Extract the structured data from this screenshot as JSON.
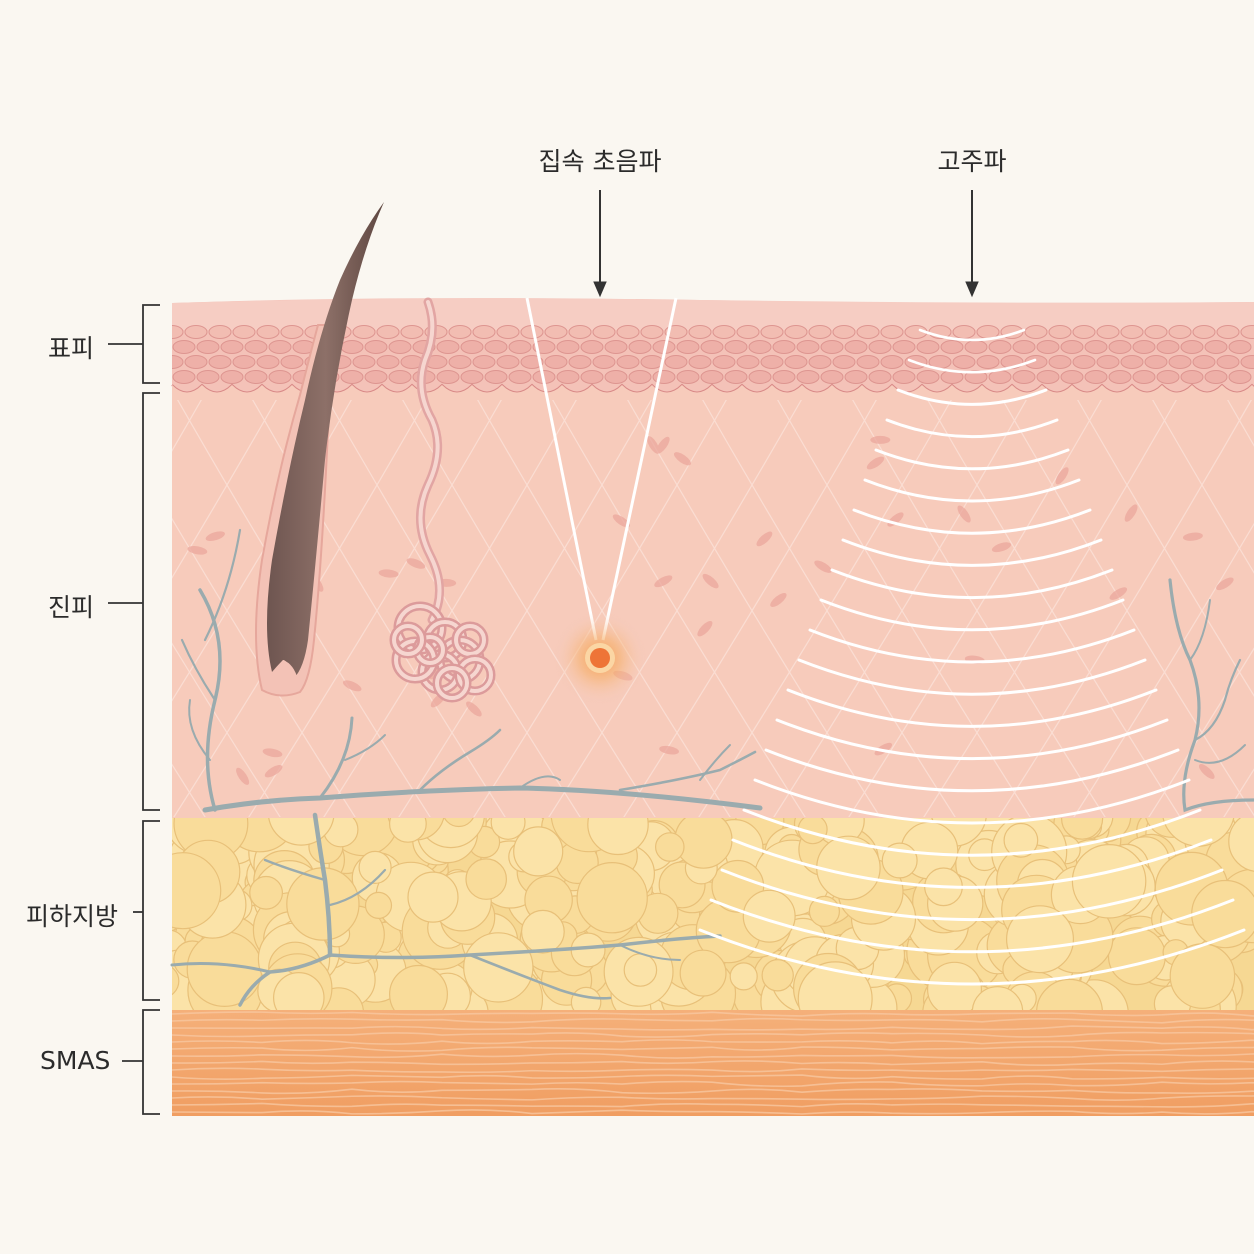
{
  "layers": {
    "epidermis": "표피",
    "dermis": "진피",
    "subcutaneous_fat": "피하지방",
    "smas": "SMAS"
  },
  "techniques": {
    "hifu": "집속 초음파",
    "rf": "고주파"
  },
  "colors": {
    "background": "#faf7f1",
    "epidermis": "#f0bcb4",
    "dermis": "#f7cfc0",
    "fat": "#f8dc9b",
    "smas": "#f2a66e",
    "vessel": "#9aa9ab",
    "focal_point": "#f07a3a",
    "wave": "#ffffff"
  }
}
